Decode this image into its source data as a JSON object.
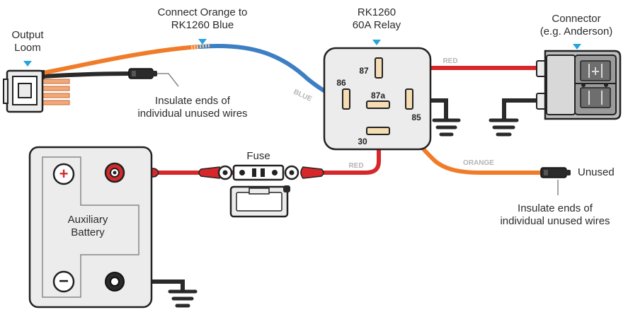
{
  "labels": {
    "output_loom_line1": "Output",
    "output_loom_line2": "Loom",
    "connect_line1": "Connect Orange to",
    "connect_line2": "RK1260 Blue",
    "relay_line1": "RK1260",
    "relay_line2": "60A Relay",
    "connector_line1": "Connector",
    "connector_line2": "(e.g. Anderson)",
    "insulate_top_line1": "Insulate ends of",
    "insulate_top_line2": "individual unused wires",
    "insulate_bottom_line1": "Insulate ends of",
    "insulate_bottom_line2": "individual unused wires",
    "unused": "Unused",
    "fuse": "Fuse",
    "battery_line1": "Auxiliary",
    "battery_line2": "Battery"
  },
  "wire_labels": {
    "blue": "BLUE",
    "red_top": "RED",
    "red_bottom": "RED",
    "orange": "ORANGE"
  },
  "relay_pins": {
    "p86": "86",
    "p87": "87",
    "p87a": "87a",
    "p85": "85",
    "p30": "30"
  },
  "battery_terminals": {
    "positive": "+",
    "negative": "−"
  },
  "colors": {
    "orange_wire": "#f07c2a",
    "blue_wire": "#3d7fc4",
    "red_wire": "#d6282b",
    "black_wire": "#2a2a2a",
    "marker": "#27a4dc",
    "body_gray": "#ececec",
    "outline": "#222222",
    "wire_label": "#b5b5b5",
    "pin": "#f4dcb3"
  }
}
